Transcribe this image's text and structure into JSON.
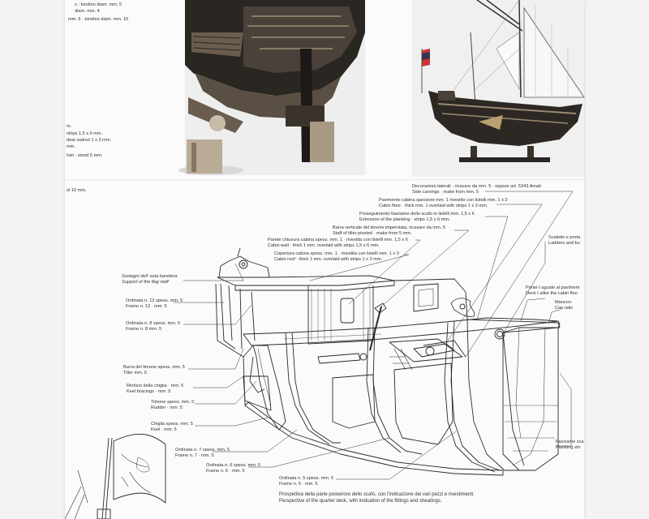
{
  "top_left_notes": [
    "s : tondino diam. mm. 5",
    "diam. mm. 4",
    "mm. 6 · tondino diam. mm. 10"
  ],
  "left_notes": [
    "m.",
    "strips 1,5 x 6 mm.",
    "dear walnut 1 x 3 mm.",
    "mm.",
    "hair : wood 5 mm.",
    "el 10 mm."
  ],
  "callouts": [
    {
      "it": "Decorazioni laterali · ricavare da mm. 5 · oppure art. 5343 Amati",
      "en": "Side carvings · make from mm. 5"
    },
    {
      "it": "Pavimento cabina spessore mm. 1 rivestito con listelli mm. 1 x 3",
      "en": "Cabin floor · thick mm. 1 overlaid with strips 1 x 3 mm."
    },
    {
      "it": "Proseguimento fasciame dello scafo in listelli mm. 1,5 x 6",
      "en": "Extension of the planking · strips 1,5 x 6 mm."
    },
    {
      "it": "Barra verticale del timone imperniata, ricavare da mm. 5",
      "en": "Staff of tiller pivoted · make from 5 mm."
    },
    {
      "it": "Parete chiusura cabina spess. mm. 1 · rivestita con listelli mm. 1,5 x 6",
      "en": "Cabin wall · thick 1 mm. overlaid with strips 1,5 x 6 mm."
    },
    {
      "it": "Copertura cabina spess. mm. 1 · rivestita con listelli mm. 1 x 3",
      "en": "Cabin roof · thick 1 mm. overlaid with strips 1 x 3 mm."
    },
    {
      "it": "Sostegni dell' asta bandiera",
      "en": "Support of the flag staff"
    },
    {
      "it": "Ordinata n. 12 spess. mm. 5",
      "en": "Frame n. 12 · mm. 5"
    },
    {
      "it": "Ordinata n. 8 spess. mm. 5",
      "en": "Frame n. 8 mm. 5"
    },
    {
      "it": "Barra del timone spess. mm. 5",
      "en": "Tiller mm. 5"
    },
    {
      "it": "Rinforzi della chiglia · mm. 5",
      "en": "Keel bracings · mm. 5"
    },
    {
      "it": "Timone spess. mm. 5",
      "en": "Rudder · mm. 5"
    },
    {
      "it": "Chiglia spess. mm. 5",
      "en": "Keel · mm. 5"
    },
    {
      "it": "Ordinata n. 7 spess. mm. 5",
      "en": "Frame n. 7 · mm. 5"
    },
    {
      "it": "Ordinata n. 6 spess. mm. 5",
      "en": "Frame n. 6 · mm. 5"
    },
    {
      "it": "Ordinata n. 5 spess. mm. 5",
      "en": "Frame n. 5 · mm. 5"
    },
    {
      "it": "Scalette e porta",
      "en": "Ladders and bu"
    },
    {
      "it": "Ponte I uguale al paviment",
      "en": "Deck I alike the cabin floo"
    },
    {
      "it": "Mancorr",
      "en": "Cap rails"
    },
    {
      "it": "Fasciame sca",
      "en": "Planking stri"
    }
  ],
  "caption": {
    "it": "Prospettiva della parte posteriore dello scafo, con l'indicazione dei vari pezzi e rivestimenti.",
    "en": "Perspective of the quarter deck, with indication of the fittings and sheatings."
  },
  "colors": {
    "ink": "#333333",
    "paper": "#fbfbfb",
    "photo_bg": "#f0f0f0",
    "wood_dark": "#2a2622"
  }
}
